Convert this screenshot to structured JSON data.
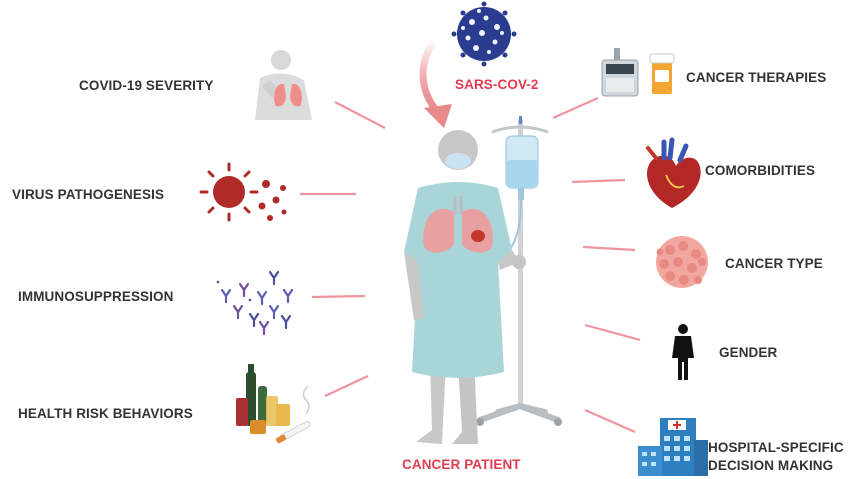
{
  "center": {
    "label": "CANCER PATIENT"
  },
  "virus": {
    "label": "SARS-COV-2"
  },
  "left_factors": [
    {
      "label": "COVID-19 SEVERITY",
      "icon": "coughing-person-lungs-icon"
    },
    {
      "label": "VIRUS PATHOGENESIS",
      "icon": "virus-particles-icon"
    },
    {
      "label": "IMMUNOSUPPRESSION",
      "icon": "antibodies-icon"
    },
    {
      "label": "HEALTH RISK BEHAVIORS",
      "icon": "alcohol-cigarette-icon"
    }
  ],
  "right_factors": [
    {
      "label": "CANCER THERAPIES",
      "icon": "therapy-equipment-icon"
    },
    {
      "label": "COMORBIDITIES",
      "icon": "heart-icon"
    },
    {
      "label": "CANCER TYPE",
      "icon": "tumor-cells-icon"
    },
    {
      "label": "GENDER",
      "icon": "gender-icon"
    },
    {
      "label": "HOSPITAL-SPECIFIC\nDECISION MAKING",
      "icon": "hospital-icon"
    }
  ],
  "colors": {
    "accent": "#e23a4e",
    "text": "#333333",
    "gown": "#a9d5d8",
    "skin": "#c8c8c8",
    "lung": "#f09a9a"
  }
}
